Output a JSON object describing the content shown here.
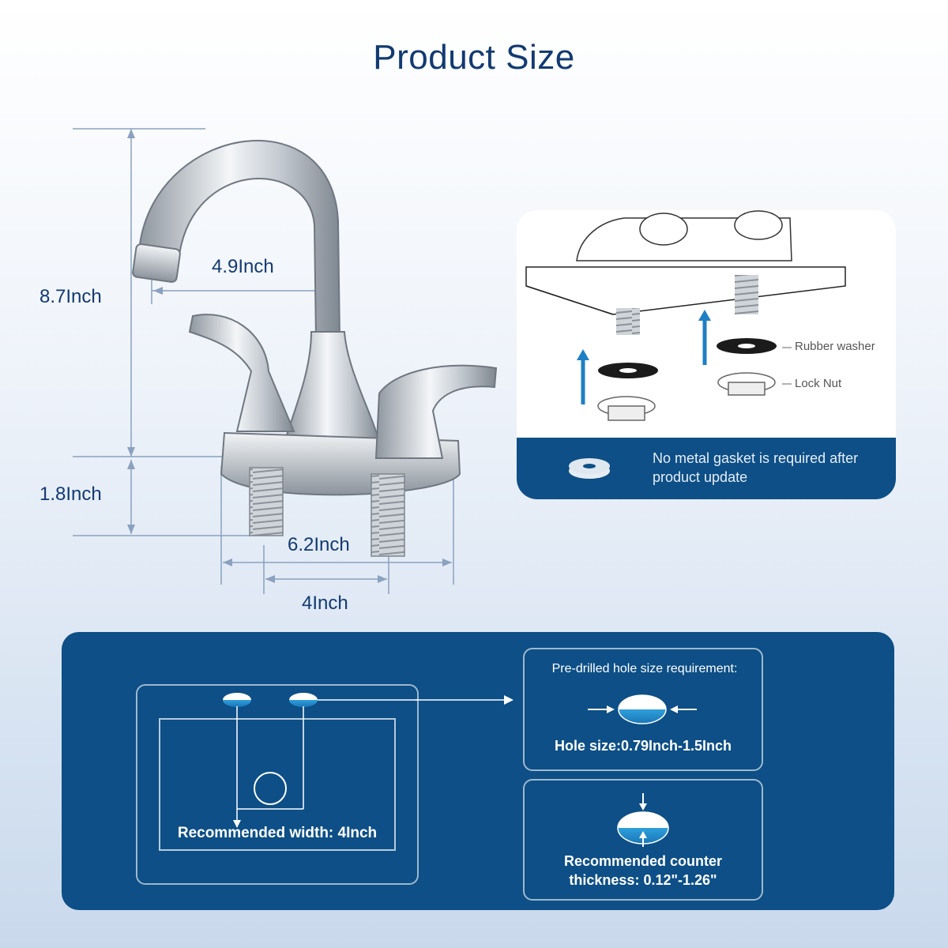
{
  "title": "Product Size",
  "dimensions": {
    "height_total": "8.7Inch",
    "spout_reach": "4.9Inch",
    "shank_length": "1.8Inch",
    "base_width": "6.2Inch",
    "center_spacing": "4Inch"
  },
  "washer_card": {
    "rubber_washer_label": "Rubber washer",
    "lock_nut_label": "Lock Nut",
    "note": "No metal gasket is required after product update"
  },
  "install_panel": {
    "recommended_width": "Recommended width: 4Inch",
    "hole_requirement_title": "Pre-drilled hole size requirement:",
    "hole_size": "Hole size:0.79Inch-1.5Inch",
    "counter_thickness_line1": "Recommended counter",
    "counter_thickness_line2": "thickness:  0.12\"-1.26\""
  },
  "colors": {
    "title": "#123a72",
    "panel": "#0d4f86",
    "arrow_blue": "#1f7fc4",
    "chrome": "#9aa2ab"
  }
}
